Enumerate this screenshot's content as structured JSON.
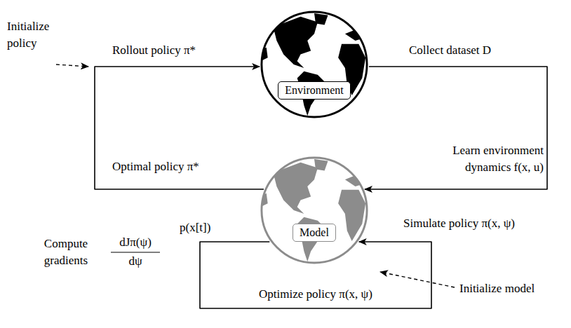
{
  "diagram": {
    "nodes": [
      {
        "text": [
          "Environment"
        ]
      },
      {
        "text": [
          "Model"
        ]
      }
    ],
    "edges": [
      {
        "from": 0,
        "to": 1,
        "arrow": "to"
      },
      {
        "from": 1,
        "to": 0,
        "arrow": "to"
      },
      {
        "from": 1,
        "to": 1,
        "arrow": "to"
      }
    ],
    "labels": [
      "Initialize policy",
      "Rollout policy π*",
      "Collect dataset D",
      "Learn environment dynamics f(x, u)",
      "Optimal policy π*",
      "p(x[t])",
      "Simulate policy π(x, ψ)",
      "Compute gradients",
      "dJπ(ψ)",
      "dψ",
      "Optimize policy π(x, ψ)",
      "Initialize model"
    ]
  }
}
